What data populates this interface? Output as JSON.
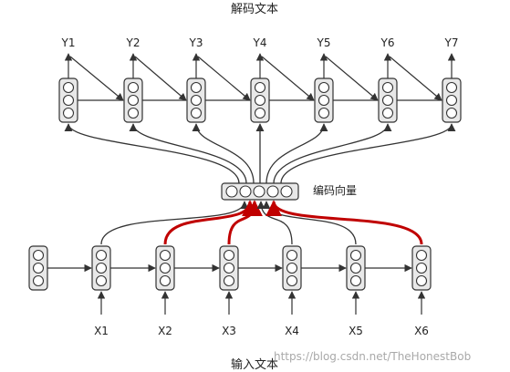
{
  "title_top": "解码文本",
  "title_bottom": "输入文本",
  "encode_vector_label": "编码向量",
  "decoder_outputs": [
    "Y1",
    "Y2",
    "Y3",
    "Y4",
    "Y5",
    "Y6",
    "Y7"
  ],
  "encoder_inputs": [
    "X1",
    "X2",
    "X3",
    "X4",
    "X5",
    "X6"
  ],
  "watermark": "https://blog.csdn.net/TheHonestBob",
  "colors": {
    "line": "#333333",
    "attention": "#c00000",
    "cell_fill": "#e8e8e8",
    "circle_fill": "#ffffff"
  }
}
